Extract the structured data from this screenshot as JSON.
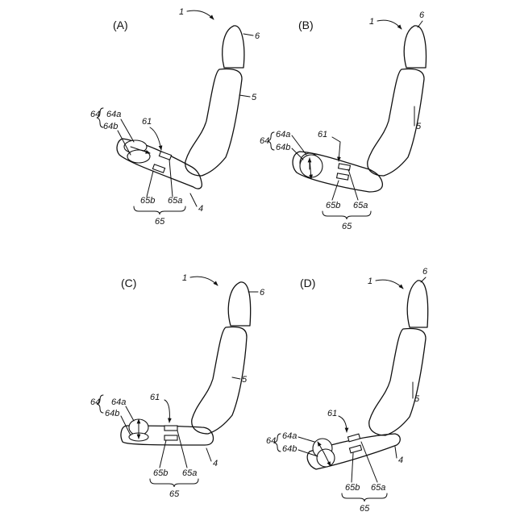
{
  "panels": {
    "a": {
      "title": "(A)",
      "labels": {
        "seat": "1",
        "headrest": "6",
        "backrest": "5",
        "cushion": "4",
        "sensor_group": "64",
        "sensor_a": "64a",
        "sensor_b": "64b",
        "unit": "61",
        "module_group": "65",
        "module_a": "65a",
        "module_b": "65b"
      }
    },
    "b": {
      "title": "(B)",
      "labels": {
        "seat": "1",
        "headrest": "6",
        "backrest": "5",
        "sensor_group": "64",
        "sensor_a": "64a",
        "sensor_b": "64b",
        "unit": "61",
        "module_group": "65",
        "module_a": "65a",
        "module_b": "65b"
      }
    },
    "c": {
      "title": "(C)",
      "labels": {
        "seat": "1",
        "headrest": "6",
        "backrest": "5",
        "cushion": "4",
        "sensor_group": "64",
        "sensor_a": "64a",
        "sensor_b": "64b",
        "unit": "61",
        "module_group": "65",
        "module_a": "65a",
        "module_b": "65b"
      }
    },
    "d": {
      "title": "(D)",
      "labels": {
        "seat": "1",
        "headrest": "6",
        "backrest": "5",
        "cushion": "4",
        "sensor_group": "64",
        "sensor_a": "64a",
        "sensor_b": "64b",
        "unit": "61",
        "module_group": "65",
        "module_a": "65a",
        "module_b": "65b"
      }
    }
  }
}
